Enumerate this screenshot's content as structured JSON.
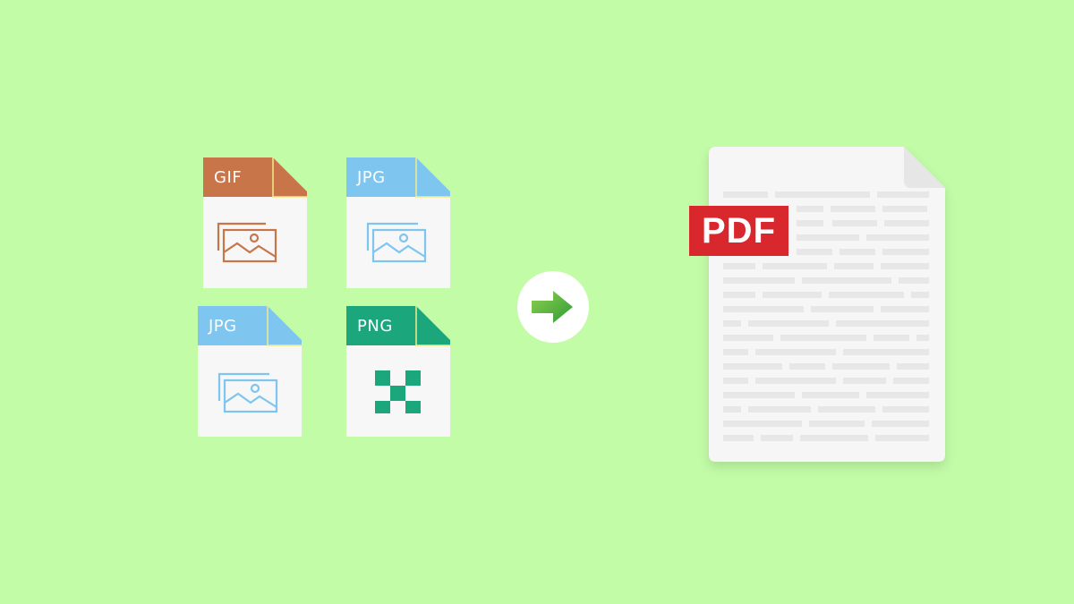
{
  "files": [
    {
      "label": "GIF",
      "color": "#c8754a",
      "icon": "image-icon"
    },
    {
      "label": "JPG",
      "color": "#7ec6ef",
      "icon": "image-icon"
    },
    {
      "label": "JPG",
      "color": "#7ec6ef",
      "icon": "image-icon"
    },
    {
      "label": "PNG",
      "color": "#1ba67c",
      "icon": "checkerboard-icon"
    }
  ],
  "arrow": {
    "icon": "arrow-right-icon",
    "color": "#3fae3a"
  },
  "output": {
    "badge": "PDF",
    "badge_color": "#d9272e",
    "icon": "document-icon"
  },
  "background_color": "#c2fca7"
}
